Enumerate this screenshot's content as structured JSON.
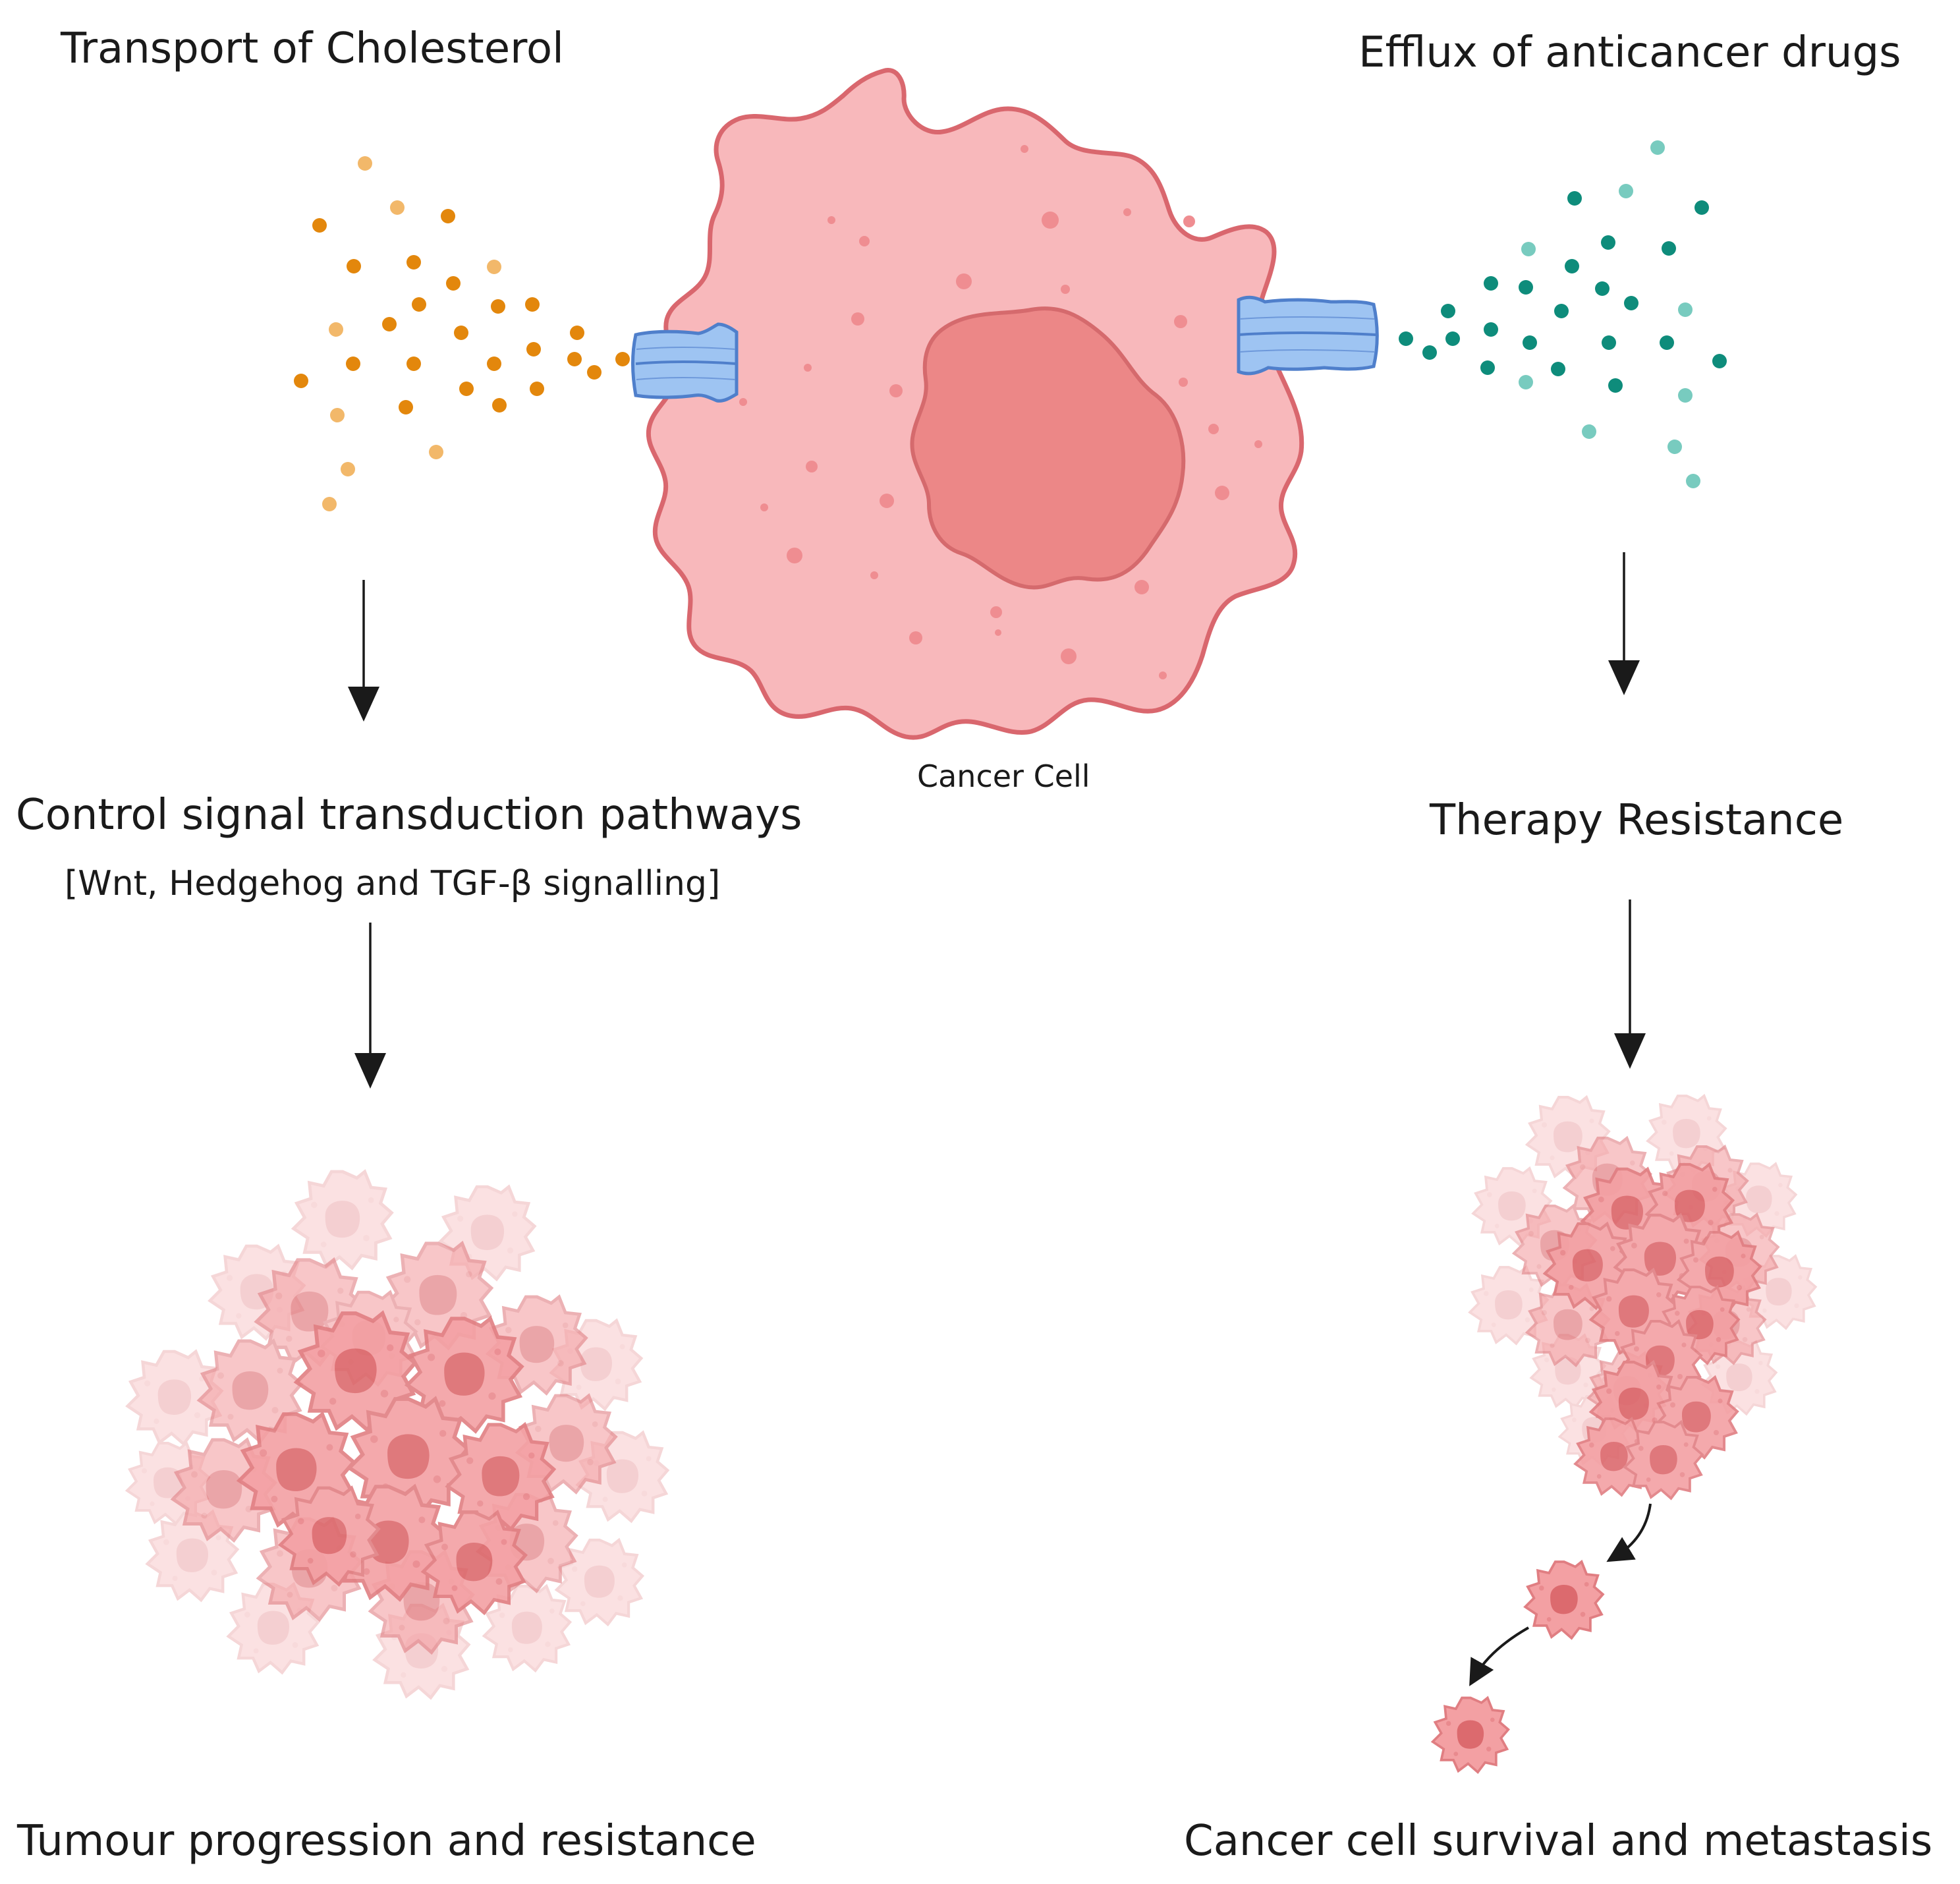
{
  "labels": {
    "transport_cholesterol": "Transport of Cholesterol",
    "efflux_drugs": "Efflux of anticancer drugs",
    "cancer_cell": "Cancer Cell",
    "control_signal": "Control signal transduction pathways",
    "signalling_list": "[Wnt, Hedgehog and TGF-β signalling]",
    "therapy_resistance": "Therapy Resistance",
    "tumour_progression": "Tumour progression and resistance",
    "survival_metastasis": "Cancer cell survival and metastasis"
  },
  "colors": {
    "cell_fill": "#f8b8bb",
    "cell_outline": "#d9676e",
    "nucleus_fill": "#ec8787",
    "nucleus_outline": "#d56a6d",
    "speckle": "#ef8d91",
    "transporter_fill": "#9ec4f2",
    "transporter_outline": "#4f7fcb",
    "cholesterol_dark": "#e3870c",
    "cholesterol_light": "#f2b86a",
    "drug_dark": "#0e8c7b",
    "drug_light": "#78cbbf",
    "arrow": "#1a1a1a"
  }
}
